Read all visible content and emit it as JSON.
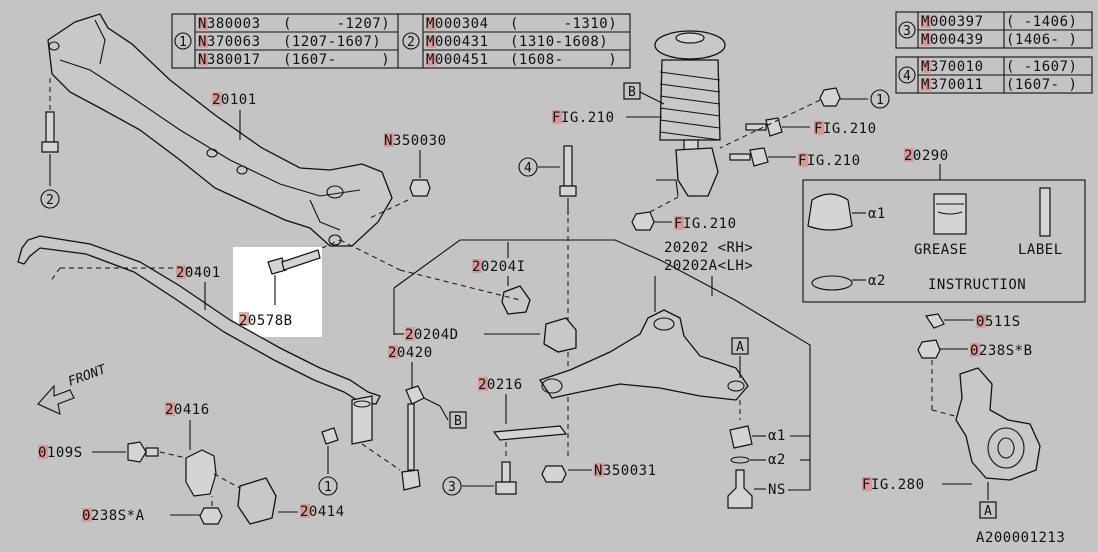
{
  "table1": {
    "index": "1",
    "rows": [
      {
        "part": "N380003",
        "range": "(     -1207)"
      },
      {
        "part": "N370063",
        "range": "(1207-1607)"
      },
      {
        "part": "N380017",
        "range": "(1607-     )"
      }
    ]
  },
  "table2": {
    "index": "2",
    "rows": [
      {
        "part": "M000304",
        "range": "(     -1310)"
      },
      {
        "part": "M000431",
        "range": "(1310-1608)"
      },
      {
        "part": "M000451",
        "range": "(1608-     )"
      }
    ]
  },
  "table3": {
    "index": "3",
    "rows": [
      {
        "part": "M000397",
        "range": "( -1406)"
      },
      {
        "part": "M000439",
        "range": "(1406- )"
      }
    ]
  },
  "table4": {
    "index": "4",
    "rows": [
      {
        "part": "M370010",
        "range": "( -1607)"
      },
      {
        "part": "M370011",
        "range": "(1607- )"
      }
    ]
  },
  "labels": {
    "p20101": "20101",
    "pN350030": "N350030",
    "p20401": "20401",
    "p20578B": "20578B",
    "p20204I": "20204I",
    "p20204D": "20204D",
    "p20420": "20420",
    "p20216": "20216",
    "p20416": "20416",
    "p0109S": "0109S",
    "p0238SA": "0238S*A",
    "p20414": "20414",
    "pN350031": "N350031",
    "p20202RH": "20202 <RH>",
    "p20202ALH": "20202A<LH>",
    "p20290": "20290",
    "p0511S": "0511S",
    "p0238SB": "0238S*B",
    "fig210a": "FIG.210",
    "fig210b": "FIG.210",
    "fig210c": "FIG.210",
    "fig210d": "FIG.210",
    "fig280": "FIG.280",
    "front": "FRONT",
    "a1": "α1",
    "a2": "α2",
    "ns": "NS",
    "ref_a": "A",
    "ref_b": "B",
    "callout1": "1",
    "callout2": "2",
    "callout3": "3",
    "callout4": "4",
    "kit_a1": "α1",
    "kit_a2": "α2",
    "kit_grease": "GREASE",
    "kit_label": "LABEL",
    "kit_instruction": "INSTRUCTION",
    "diagram_id": "A200001213"
  }
}
